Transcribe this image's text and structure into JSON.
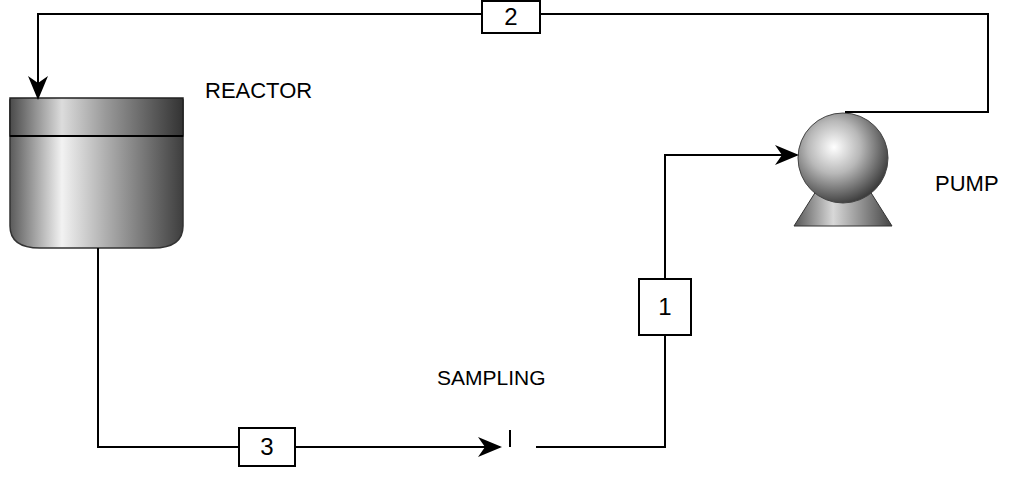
{
  "diagram": {
    "nodes": [
      {
        "text": [
          "REACTOR"
        ]
      },
      {
        "text": [
          "PUMP"
        ]
      },
      {
        "text": [
          "SAMPLING"
        ]
      }
    ],
    "edges": [
      {
        "from": 0,
        "to": 2,
        "arrow": "to",
        "label": "3"
      },
      {
        "from": 2,
        "to": 1,
        "arrow": "to",
        "label": "1"
      },
      {
        "from": 1,
        "to": 0,
        "arrow": "to",
        "label": "2"
      }
    ]
  }
}
